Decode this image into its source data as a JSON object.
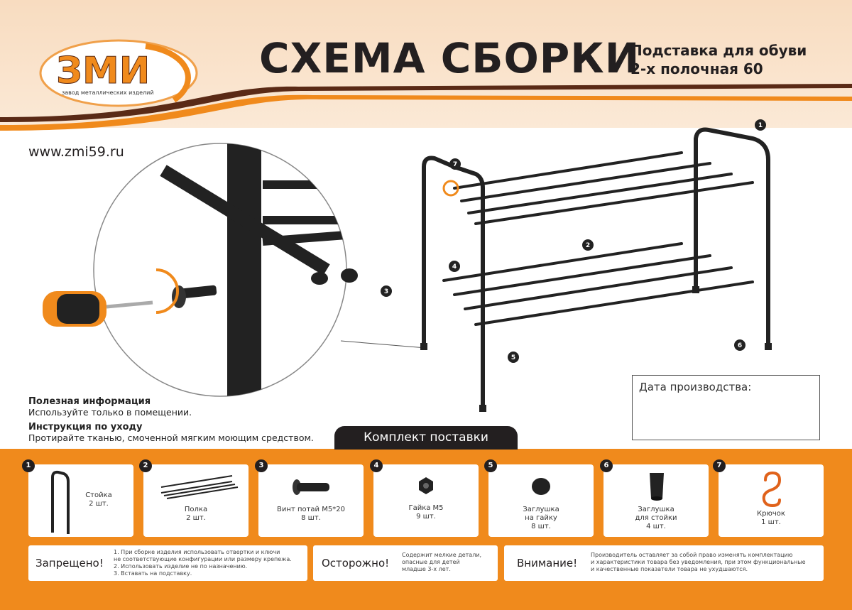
{
  "header": {
    "logo_text": "ЗМИ",
    "logo_tagline": "завод металлических изделий",
    "title": "СХЕМА СБОРКИ",
    "subtitle_line1": "Подставка для обуви",
    "subtitle_line2": "2-х полочная 60",
    "website": "www.zmi59.ru"
  },
  "info": {
    "useful_heading": "Полезная информация",
    "useful_text": "Используйте только в помещении.",
    "care_heading": "Инструкция по уходу",
    "care_text": "Протирайте тканью, смоченной мягким моющим средством."
  },
  "diagram": {
    "callouts": [
      "1",
      "2",
      "3",
      "4",
      "5",
      "6",
      "7"
    ]
  },
  "production_date": {
    "label": "Дата производства:"
  },
  "kit": {
    "heading": "Комплект поставки",
    "items": [
      {
        "num": "1",
        "name": "Стойка",
        "qty": "2 шт.",
        "icon": "upright-post-icon"
      },
      {
        "num": "2",
        "name": "Полка",
        "qty": "2 шт.",
        "icon": "shelf-icon"
      },
      {
        "num": "3",
        "name": "Винт потай М5*20",
        "qty": "8 шт.",
        "icon": "screw-icon"
      },
      {
        "num": "4",
        "name": "Гайка М5",
        "qty": "9 шт.",
        "icon": "nut-icon"
      },
      {
        "num": "5",
        "name": "Заглушка\nна гайку",
        "qty": "8 шт.",
        "icon": "nut-cap-icon"
      },
      {
        "num": "6",
        "name": "Заглушка\nдля стойки",
        "qty": "4 шт.",
        "icon": "post-cap-icon"
      },
      {
        "num": "7",
        "name": "Крючок",
        "qty": "1 шт.",
        "icon": "hook-icon"
      }
    ]
  },
  "warnings": {
    "forbidden_heading": "Запрещено!",
    "forbidden_text": "1. При сборке изделия использовать отвертки и ключи\n   не соответствующие конфигурации или размеру крепежа.\n2. Использовать изделие не по назначению.\n3. Вставать на подставку.",
    "caution_heading": "Осторожно!",
    "caution_text": "Содержит мелкие детали,\nопасные для детей\nмладше 3-х лет.",
    "attention_heading": "Внимание!",
    "attention_text": "Производитель оставляет за собой право изменять комплектацию\nи характеристики товара без уведомления, при этом функциональные\nи качественные показатели товара не ухудшаются."
  },
  "colors": {
    "brand_orange": "#f08a1c",
    "dark_brown": "#5a2a16",
    "ink": "#231f20"
  }
}
